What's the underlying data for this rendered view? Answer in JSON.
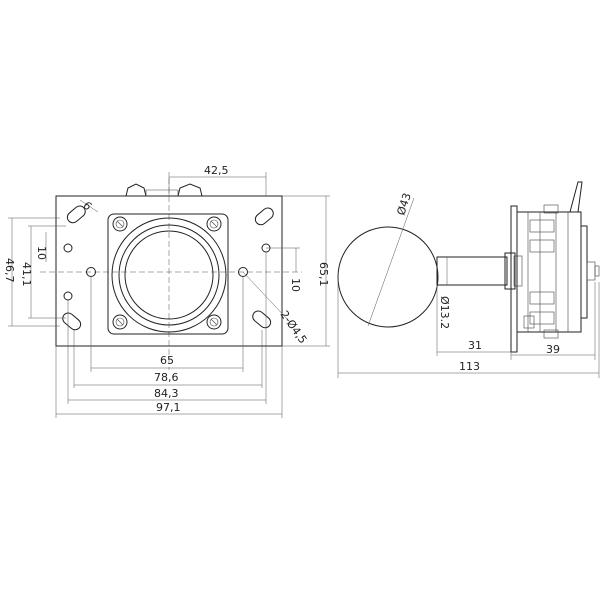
{
  "dimensions": {
    "top_width": "42,5",
    "corner_cut": "6",
    "inner_height": "10",
    "center_height": "41,1",
    "overall_height_left": "46,7",
    "right_hole_height": "10",
    "overall_height_right": "65,1",
    "hole_spec": "2-Ø4,5",
    "hole_spacing": "65",
    "slot_spacing": "78,6",
    "mount_spacing": "84,3",
    "plate_width": "97,1",
    "ball_diameter": "Ø43",
    "shaft_diameter": "Ø13.2",
    "shaft_length": "31",
    "body_depth": "39",
    "total_length": "113"
  }
}
